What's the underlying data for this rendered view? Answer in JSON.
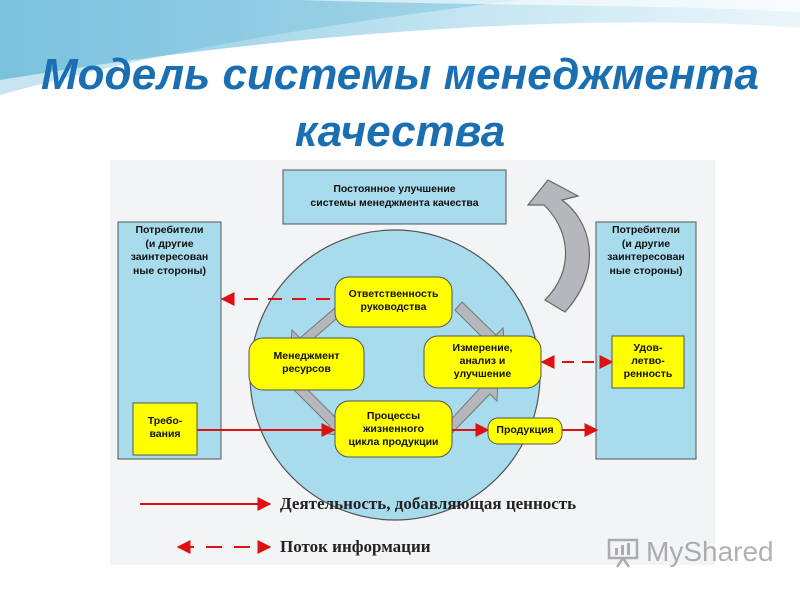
{
  "title": {
    "line1": "Модель системы менеджмента",
    "line2": "качества"
  },
  "diagram": {
    "improvement": "Постоянное улучшение\nсистемы менеджмента качества",
    "customers_left": "Потребители\n(и другие\nзаинтересован\nные стороны)",
    "customers_right": "Потребители\n(и другие\nзаинтересован\nные стороны)",
    "requirements": "Требо-\nвания",
    "satisfaction": "Удов-\nлетво-\nренность",
    "management_responsibility": "Ответственность\nруководства",
    "resource_management": "Менеджмент\nресурсов",
    "measurement": "Измерение,\nанализ и\nулучшение",
    "processes": "Процессы\nжизненного\nцикла продукции",
    "product": "Продукция"
  },
  "legend": {
    "value_added": "Деятельность, добавляющая ценность",
    "information_flow": "Поток информации"
  },
  "watermark": {
    "text": "MyShared"
  },
  "colors": {
    "title": "#1a6fb3",
    "customer_box": "#a8dcec",
    "process_box": "#ffff00",
    "circle": "#a8dcec",
    "arrow_red": "#dd1111",
    "cycle_arrow": "#b4b8bc"
  }
}
